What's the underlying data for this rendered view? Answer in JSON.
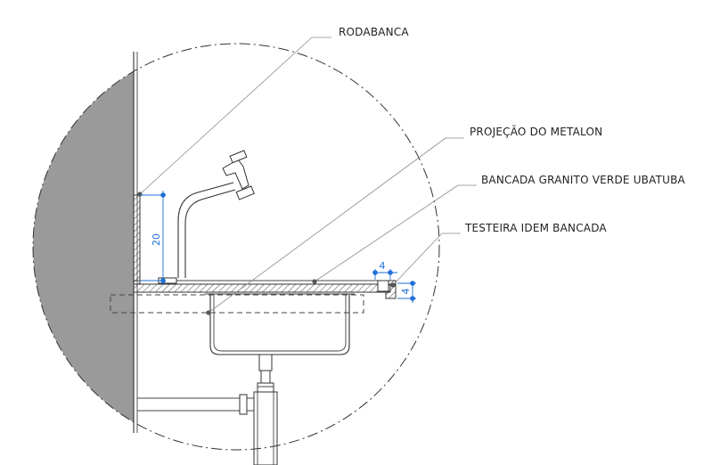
{
  "labels": {
    "rodabanca": "RODABANCA",
    "projecao_metalon": "PROJEÇÃO DO METALON",
    "bancada": "BANCADA GRANITO VERDE UBATUBA",
    "testeira": "TESTEIRA IDEM BANCADA"
  },
  "dimensions": {
    "rodabanca_height": "20",
    "testeira_width": "4",
    "testeira_height": "4"
  },
  "colors": {
    "wall": "#9a9a9a",
    "dimension": "#1f6fd6",
    "leader": "#8a8a8a",
    "line": "#333333"
  }
}
